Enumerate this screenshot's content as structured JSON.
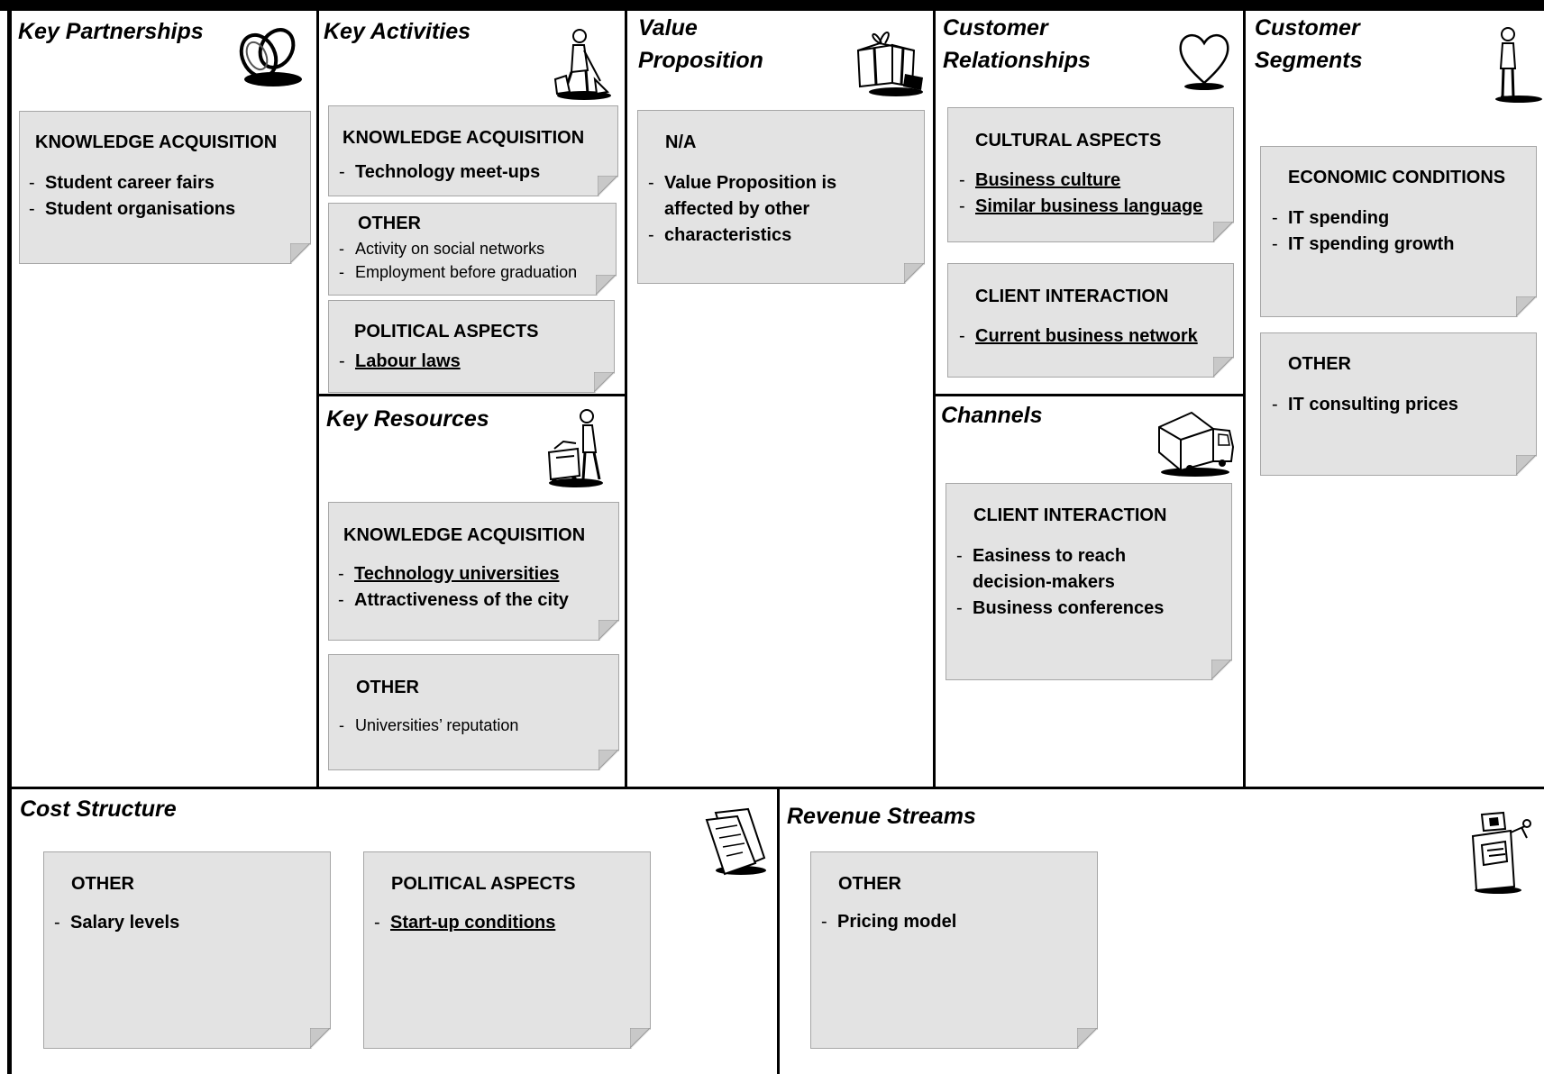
{
  "sections": {
    "key_partnerships": {
      "title": "Key Partnerships",
      "icon": "linked-rings-icon",
      "notes": [
        {
          "heading": "KNOWLEDGE ACQUISITION",
          "items": [
            {
              "text": "Student career fairs",
              "underline": false
            },
            {
              "text": "Student organisations",
              "underline": false
            }
          ]
        }
      ]
    },
    "key_activities": {
      "title": "Key Activities",
      "icon": "worker-with-tools-icon",
      "notes": [
        {
          "heading": "KNOWLEDGE ACQUISITION",
          "items": [
            {
              "text": "Technology meet-ups",
              "underline": false
            }
          ]
        },
        {
          "heading": "OTHER",
          "items": [
            {
              "text": "Activity on social networks",
              "underline": false
            },
            {
              "text": "Employment before graduation",
              "underline": false
            }
          ]
        },
        {
          "heading": "POLITICAL ASPECTS",
          "items": [
            {
              "text": "Labour laws",
              "underline": true
            }
          ]
        }
      ]
    },
    "key_resources": {
      "title": "Key Resources",
      "icon": "worker-with-cart-icon",
      "notes": [
        {
          "heading": "KNOWLEDGE ACQUISITION",
          "items": [
            {
              "text": "Technology universities",
              "underline": true
            },
            {
              "text": "Attractiveness of the city",
              "underline": false
            }
          ]
        },
        {
          "heading": "OTHER",
          "items": [
            {
              "text": "Universities’ reputation",
              "underline": false
            }
          ]
        }
      ]
    },
    "value_proposition": {
      "title_lines": [
        "Value",
        "Proposition"
      ],
      "icon": "gift-box-icon",
      "notes": [
        {
          "heading": "N/A",
          "items": [
            {
              "text": "Value Proposition is",
              "underline": false
            },
            {
              "text": "affected by other",
              "underline": false
            },
            {
              "text": "characteristics",
              "underline": false
            }
          ]
        }
      ]
    },
    "customer_relationships": {
      "title_lines": [
        "Customer",
        "Relationships"
      ],
      "icon": "heart-icon",
      "notes": [
        {
          "heading": "CULTURAL ASPECTS",
          "items": [
            {
              "text": "Business culture",
              "underline": true
            },
            {
              "text": "Similar business language",
              "underline": true
            }
          ]
        },
        {
          "heading": "CLIENT INTERACTION",
          "items": [
            {
              "text": "Current business network",
              "underline": true
            }
          ]
        }
      ]
    },
    "channels": {
      "title": "Channels",
      "icon": "delivery-truck-icon",
      "notes": [
        {
          "heading": "CLIENT INTERACTION",
          "items": [
            {
              "text": "Easiness to reach",
              "underline": false
            },
            {
              "text": "decision-makers",
              "underline": false
            },
            {
              "text": "Business conferences",
              "underline": false
            }
          ]
        }
      ]
    },
    "customer_segments": {
      "title_lines": [
        "Customer",
        "Segments"
      ],
      "icon": "standing-person-icon",
      "notes": [
        {
          "heading": "ECONOMIC CONDITIONS",
          "items": [
            {
              "text": "IT spending",
              "underline": false
            },
            {
              "text": "IT spending growth",
              "underline": false
            }
          ]
        },
        {
          "heading": "OTHER",
          "items": [
            {
              "text": "IT consulting prices",
              "underline": false
            }
          ]
        }
      ]
    },
    "cost_structure": {
      "title": "Cost Structure",
      "icon": "invoice-papers-icon",
      "notes": [
        {
          "heading": "OTHER",
          "items": [
            {
              "text": "Salary levels",
              "underline": false
            }
          ]
        },
        {
          "heading": "POLITICAL ASPECTS",
          "items": [
            {
              "text": "Start-up conditions",
              "underline": true
            }
          ]
        }
      ]
    },
    "revenue_streams": {
      "title": "Revenue Streams",
      "icon": "cash-register-icon",
      "notes": [
        {
          "heading": "OTHER",
          "items": [
            {
              "text": "Pricing model",
              "underline": false
            }
          ]
        }
      ]
    }
  }
}
